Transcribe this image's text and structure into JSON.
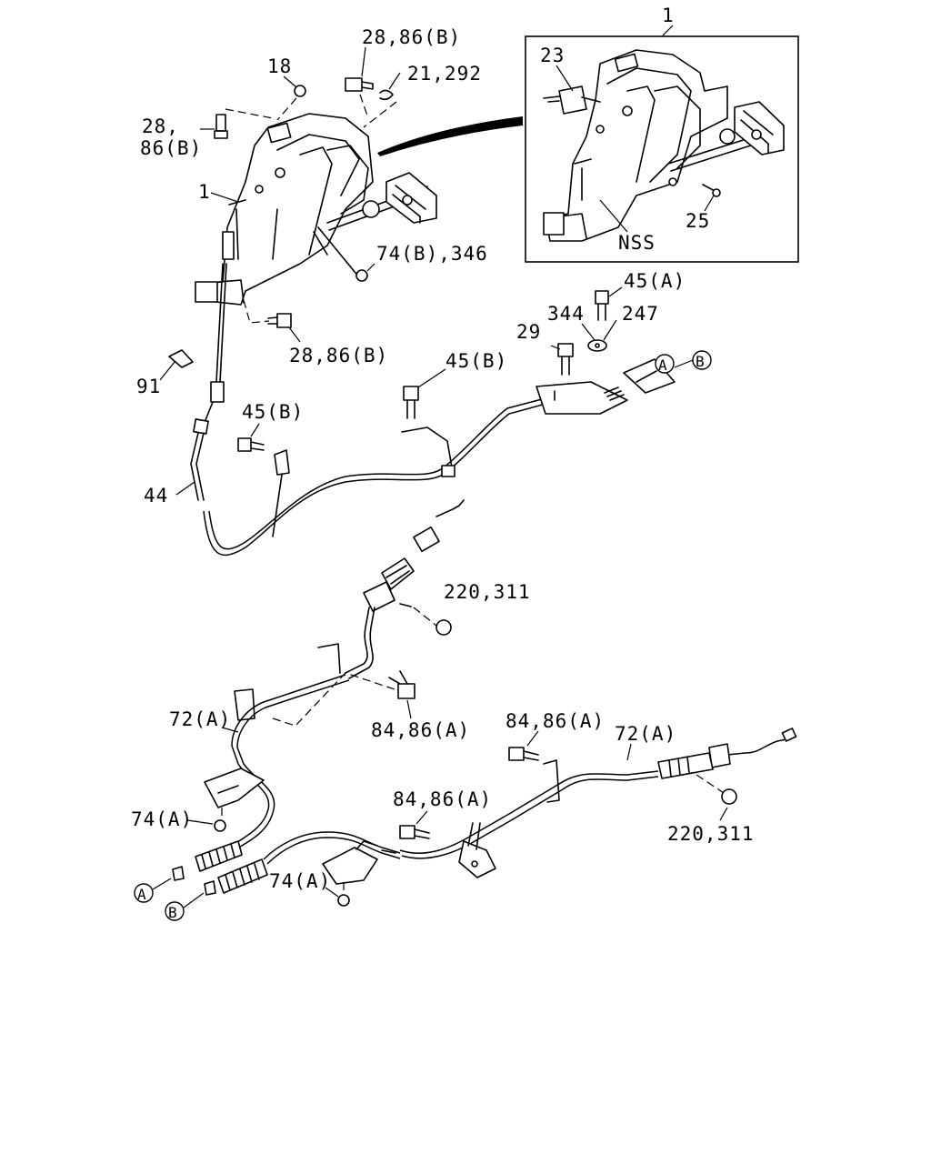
{
  "labels": {
    "inset_ref": "1",
    "inset_23": "23",
    "inset_25": "25",
    "inset_nss": "NSS",
    "l_28_86b_top": "28,86(B)",
    "l_21_292": "21,292",
    "l_18": "18",
    "l_28": "28,",
    "l_86b": "86(B)",
    "l_1": "1",
    "l_74b_346": "74(B),346",
    "l_28_86b_bottom": "28,86(B)",
    "l_45a": "45(A)",
    "l_344": "344",
    "l_247": "247",
    "l_29": "29",
    "l_45b_mid": "45(B)",
    "l_91": "91",
    "l_45b_left": "45(B)",
    "l_44": "44",
    "l_220_311_top": "220,311",
    "l_72a_left": "72(A)",
    "l_84_86a_mid": "84,86(A)",
    "l_84_86a_right": "84,86(A)",
    "l_72a_right": "72(A)",
    "l_84_86a_low": "84,86(A)",
    "l_74a_left": "74(A)",
    "l_220_311_bottom": "220,311",
    "l_74a_low": "74(A)",
    "circle_a_top": "A",
    "circle_b_top": "B",
    "circle_a_bottom": "A",
    "circle_b_bottom": "B"
  }
}
